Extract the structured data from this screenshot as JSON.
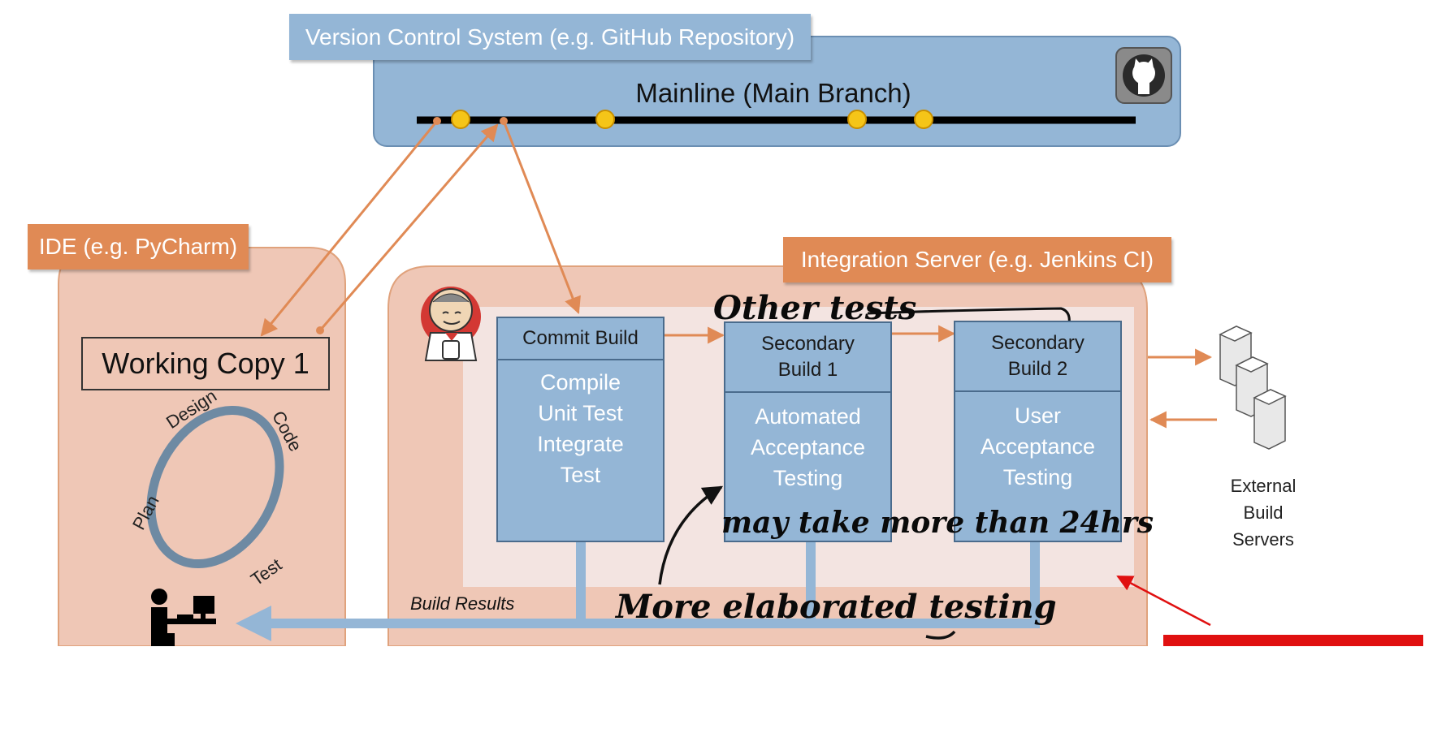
{
  "vcs": {
    "header": "Version Control System (e.g. GitHub Repository)",
    "mainline_label": "Mainline (Main Branch)",
    "logo_icon": "github-octocat-icon"
  },
  "ide": {
    "header": "IDE (e.g. PyCharm)",
    "working_copy": "Working Copy 1",
    "cycle": {
      "design": "Design",
      "code": "Code",
      "plan": "Plan",
      "test": "Test"
    },
    "developer_icon": "developer-at-desk-icon"
  },
  "integration": {
    "header": "Integration Server (e.g. Jenkins CI)",
    "mascot_icon": "jenkins-butler-icon",
    "stages": [
      {
        "title": "Commit Build",
        "body": "Compile\nUnit Test\nIntegrate\nTest"
      },
      {
        "title": "Secondary\nBuild 1",
        "body": "Automated\nAcceptance\nTesting"
      },
      {
        "title": "Secondary\nBuild 2",
        "body": "User\nAcceptance\nTesting"
      }
    ],
    "build_results": "Build Results"
  },
  "external": {
    "label": "External\nBuild\nServers",
    "icon": "server-stack-icon"
  },
  "annotations": {
    "other_tests": "Other tests",
    "may_take": "may take more than 24hrs",
    "more_elaborated": "More elaborated testing"
  },
  "colors": {
    "orange": "#e08a55",
    "blue": "#94b6d6",
    "peach": "#efc7b6",
    "red_annotation": "#e01010"
  }
}
